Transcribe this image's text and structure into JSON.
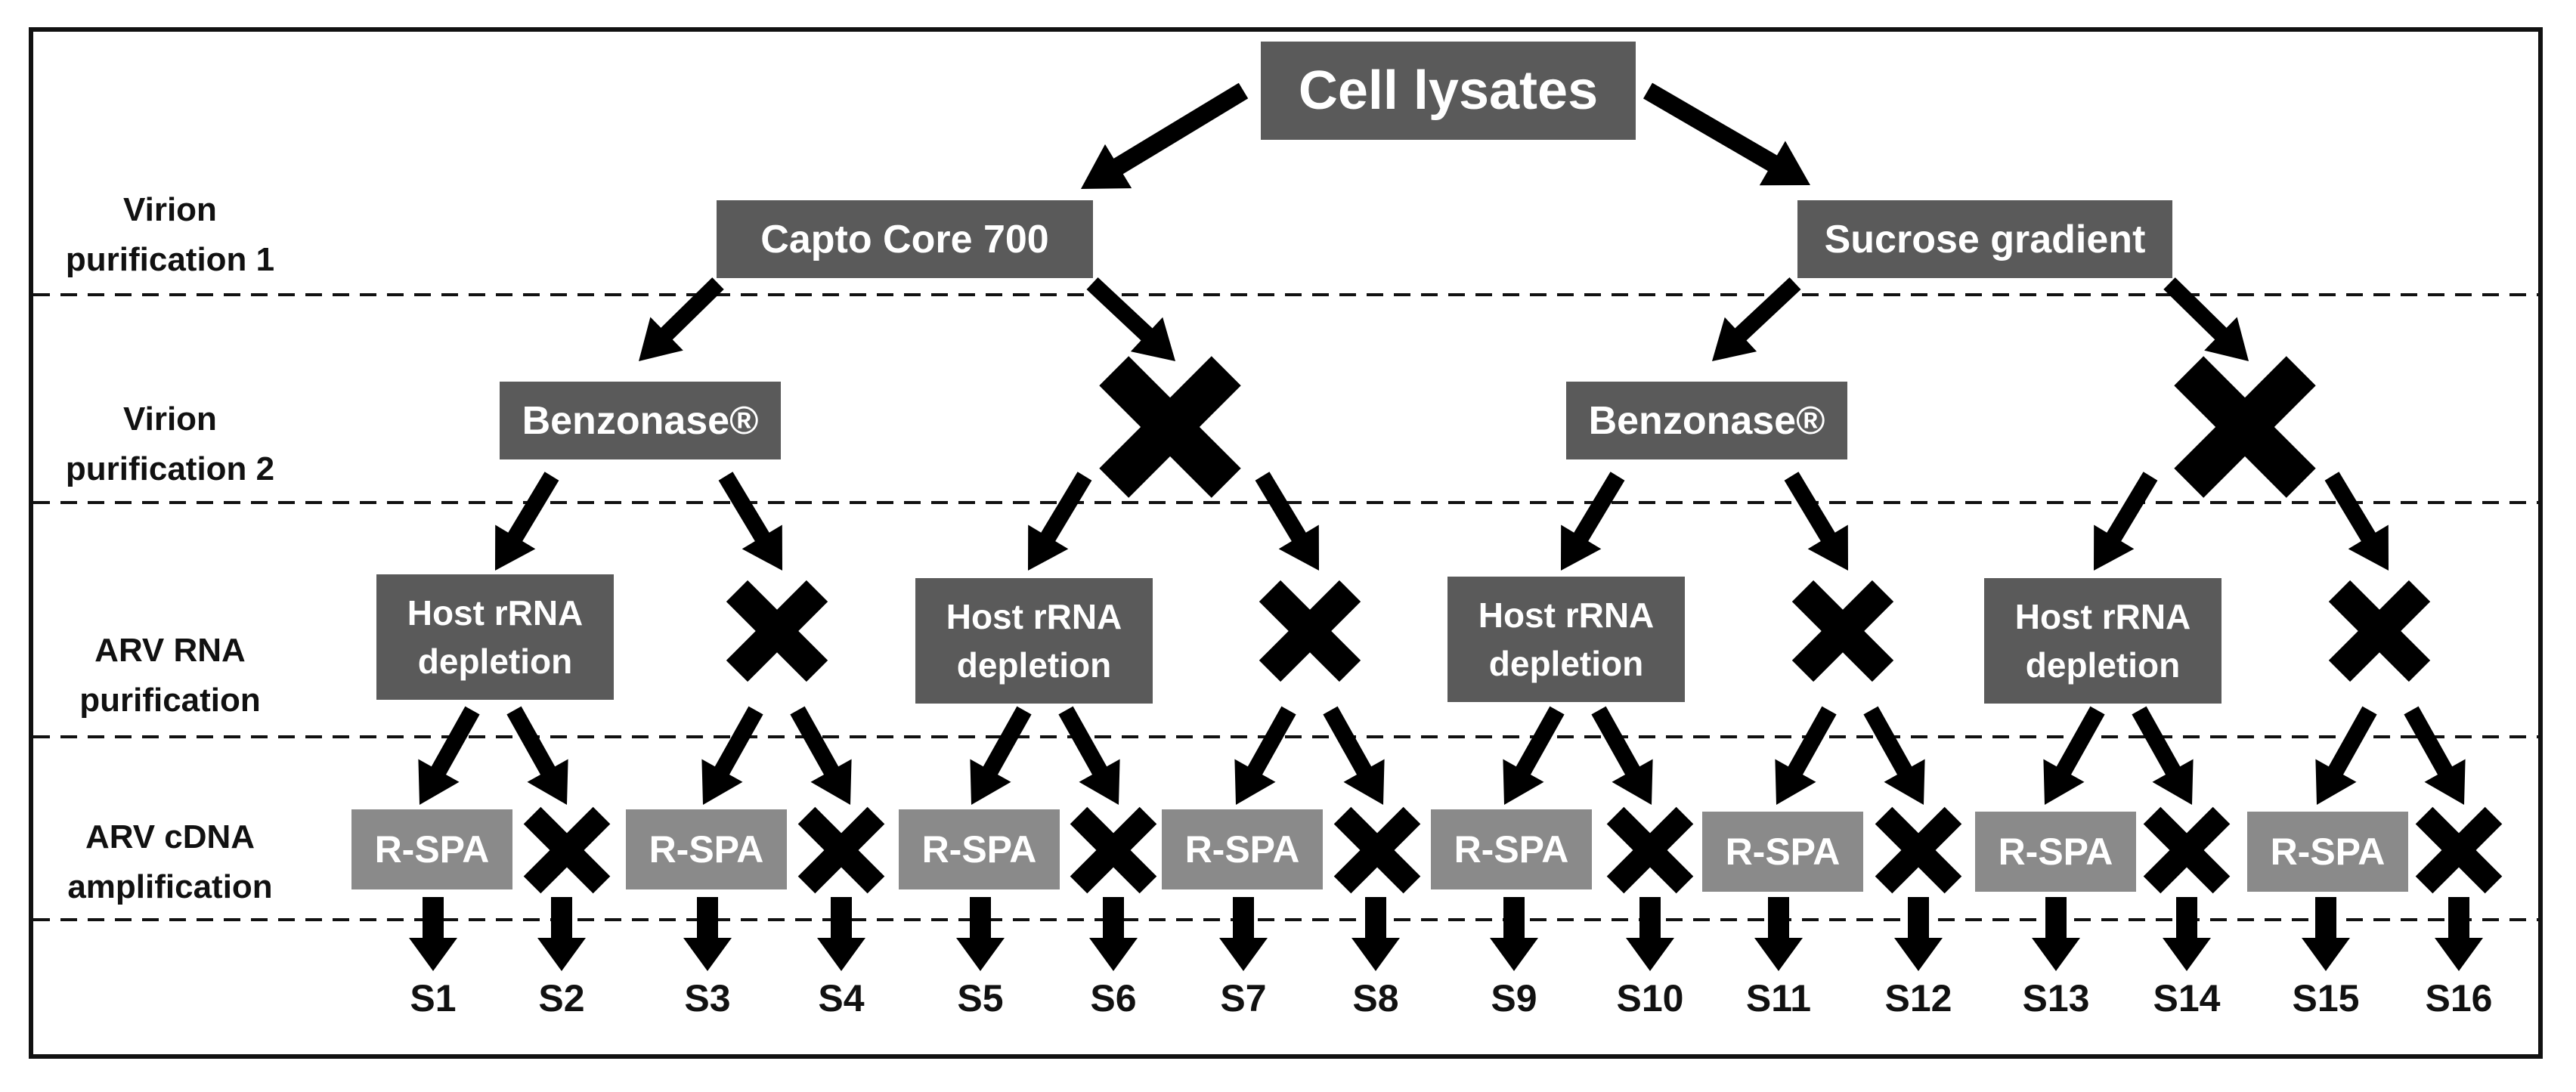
{
  "stages": [
    {
      "line1": "Virion",
      "line2": "purification 1"
    },
    {
      "line1": "Virion",
      "line2": "purification 2"
    },
    {
      "line1": "ARV RNA",
      "line2": "purification"
    },
    {
      "line1": "ARV cDNA",
      "line2": "amplification"
    }
  ],
  "root": "Cell lysates",
  "purification1": [
    "Capto Core 700",
    "Sucrose gradient"
  ],
  "purification2": "Benzonase®",
  "rna": {
    "line1": "Host rRNA",
    "line2": "depletion"
  },
  "amplification": "R-SPA",
  "samples": [
    "S1",
    "S2",
    "S3",
    "S4",
    "S5",
    "S6",
    "S7",
    "S8",
    "S9",
    "S10",
    "S11",
    "S12",
    "S13",
    "S14",
    "S15",
    "S16"
  ],
  "colors": {
    "box_dark": "#5a5a5a",
    "box_light": "#8a8a8a",
    "arrow": "#000000",
    "skip_mark": "#000000"
  }
}
